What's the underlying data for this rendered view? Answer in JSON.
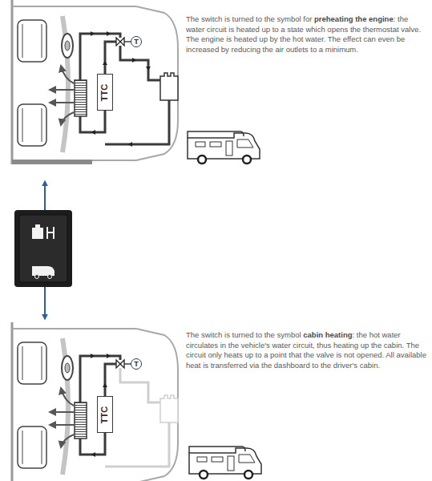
{
  "diagram": {
    "nodes": [
      {
        "text": [
          "TTC"
        ]
      },
      {
        "text": [
          "T"
        ]
      },
      {
        "text": [
          "TTC"
        ]
      },
      {
        "text": [
          "T"
        ]
      }
    ],
    "labels": [
      "The switch is turned to the symbol for",
      "preheating the engine",
      ": the water circuit is heated up to a state which opens the thermostat valve. The engine is heated up by the hot water. The effect can even be increased by reducing the air outlets to a minimum.",
      "The switch is turned to the symbol",
      "cabin heating",
      ": the hot water circulates in the vehicle's water circuit, thus heating up the cabin. The circuit only heats up to a point that the valve is not opened. All available heat is transferred via the dashboard to the driver's cabin."
    ]
  }
}
